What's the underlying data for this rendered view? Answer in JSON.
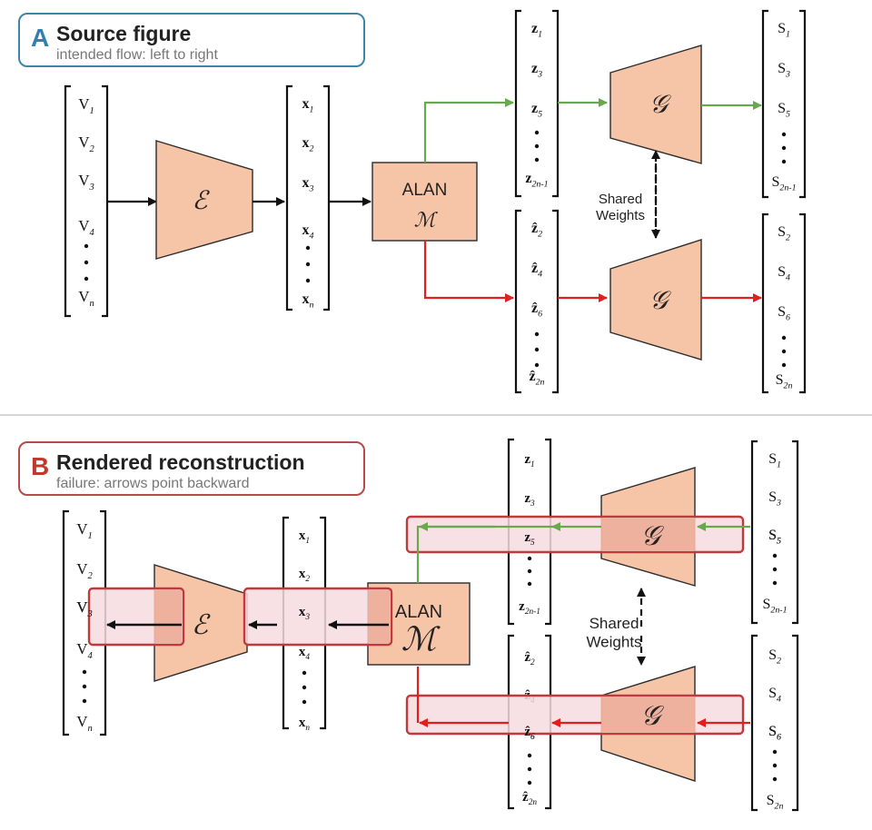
{
  "panel_a": {
    "letter": "A",
    "title": "Source figure",
    "subtitle": "intended flow: left to right"
  },
  "panel_b": {
    "letter": "B",
    "title": "Rendered reconstruction",
    "subtitle": "failure: arrows point backward"
  },
  "labels": {
    "encoder": "ℰ",
    "generator": "𝒢",
    "alan_line1": "ALAN",
    "alan_line2": "ℳ",
    "shared_line1": "Shared",
    "shared_line2": "Weights"
  },
  "vectors": {
    "v": [
      "V",
      "V",
      "V",
      "V",
      "V"
    ],
    "v_sub": [
      "1",
      "2",
      "3",
      "4",
      "n"
    ],
    "x": [
      "x",
      "x",
      "x",
      "x",
      "x"
    ],
    "x_sub": [
      "1",
      "2",
      "3",
      "4",
      "n"
    ],
    "z": [
      "z",
      "z",
      "z",
      "z"
    ],
    "z_sub": [
      "1",
      "3",
      "5",
      "2n-1"
    ],
    "zh": [
      "ẑ",
      "ẑ",
      "ẑ",
      "ẑ"
    ],
    "zh_sub": [
      "2",
      "4",
      "6",
      "2n"
    ],
    "s_odd": [
      "S",
      "S",
      "S",
      "S"
    ],
    "s_odd_sub": [
      "1",
      "3",
      "5",
      "2n-1"
    ],
    "s_even": [
      "S",
      "S",
      "S",
      "S"
    ],
    "s_even_sub": [
      "2",
      "4",
      "6",
      "2n"
    ]
  },
  "colors": {
    "block_fill": "#f6c4a6",
    "block_stroke": "#2b2b2b",
    "green": "#6aa84f",
    "red": "#e02020",
    "highlight_stroke": "#c0393b",
    "highlight_fill": "#f7dcdf",
    "highlight_core": "#e9a48a"
  }
}
